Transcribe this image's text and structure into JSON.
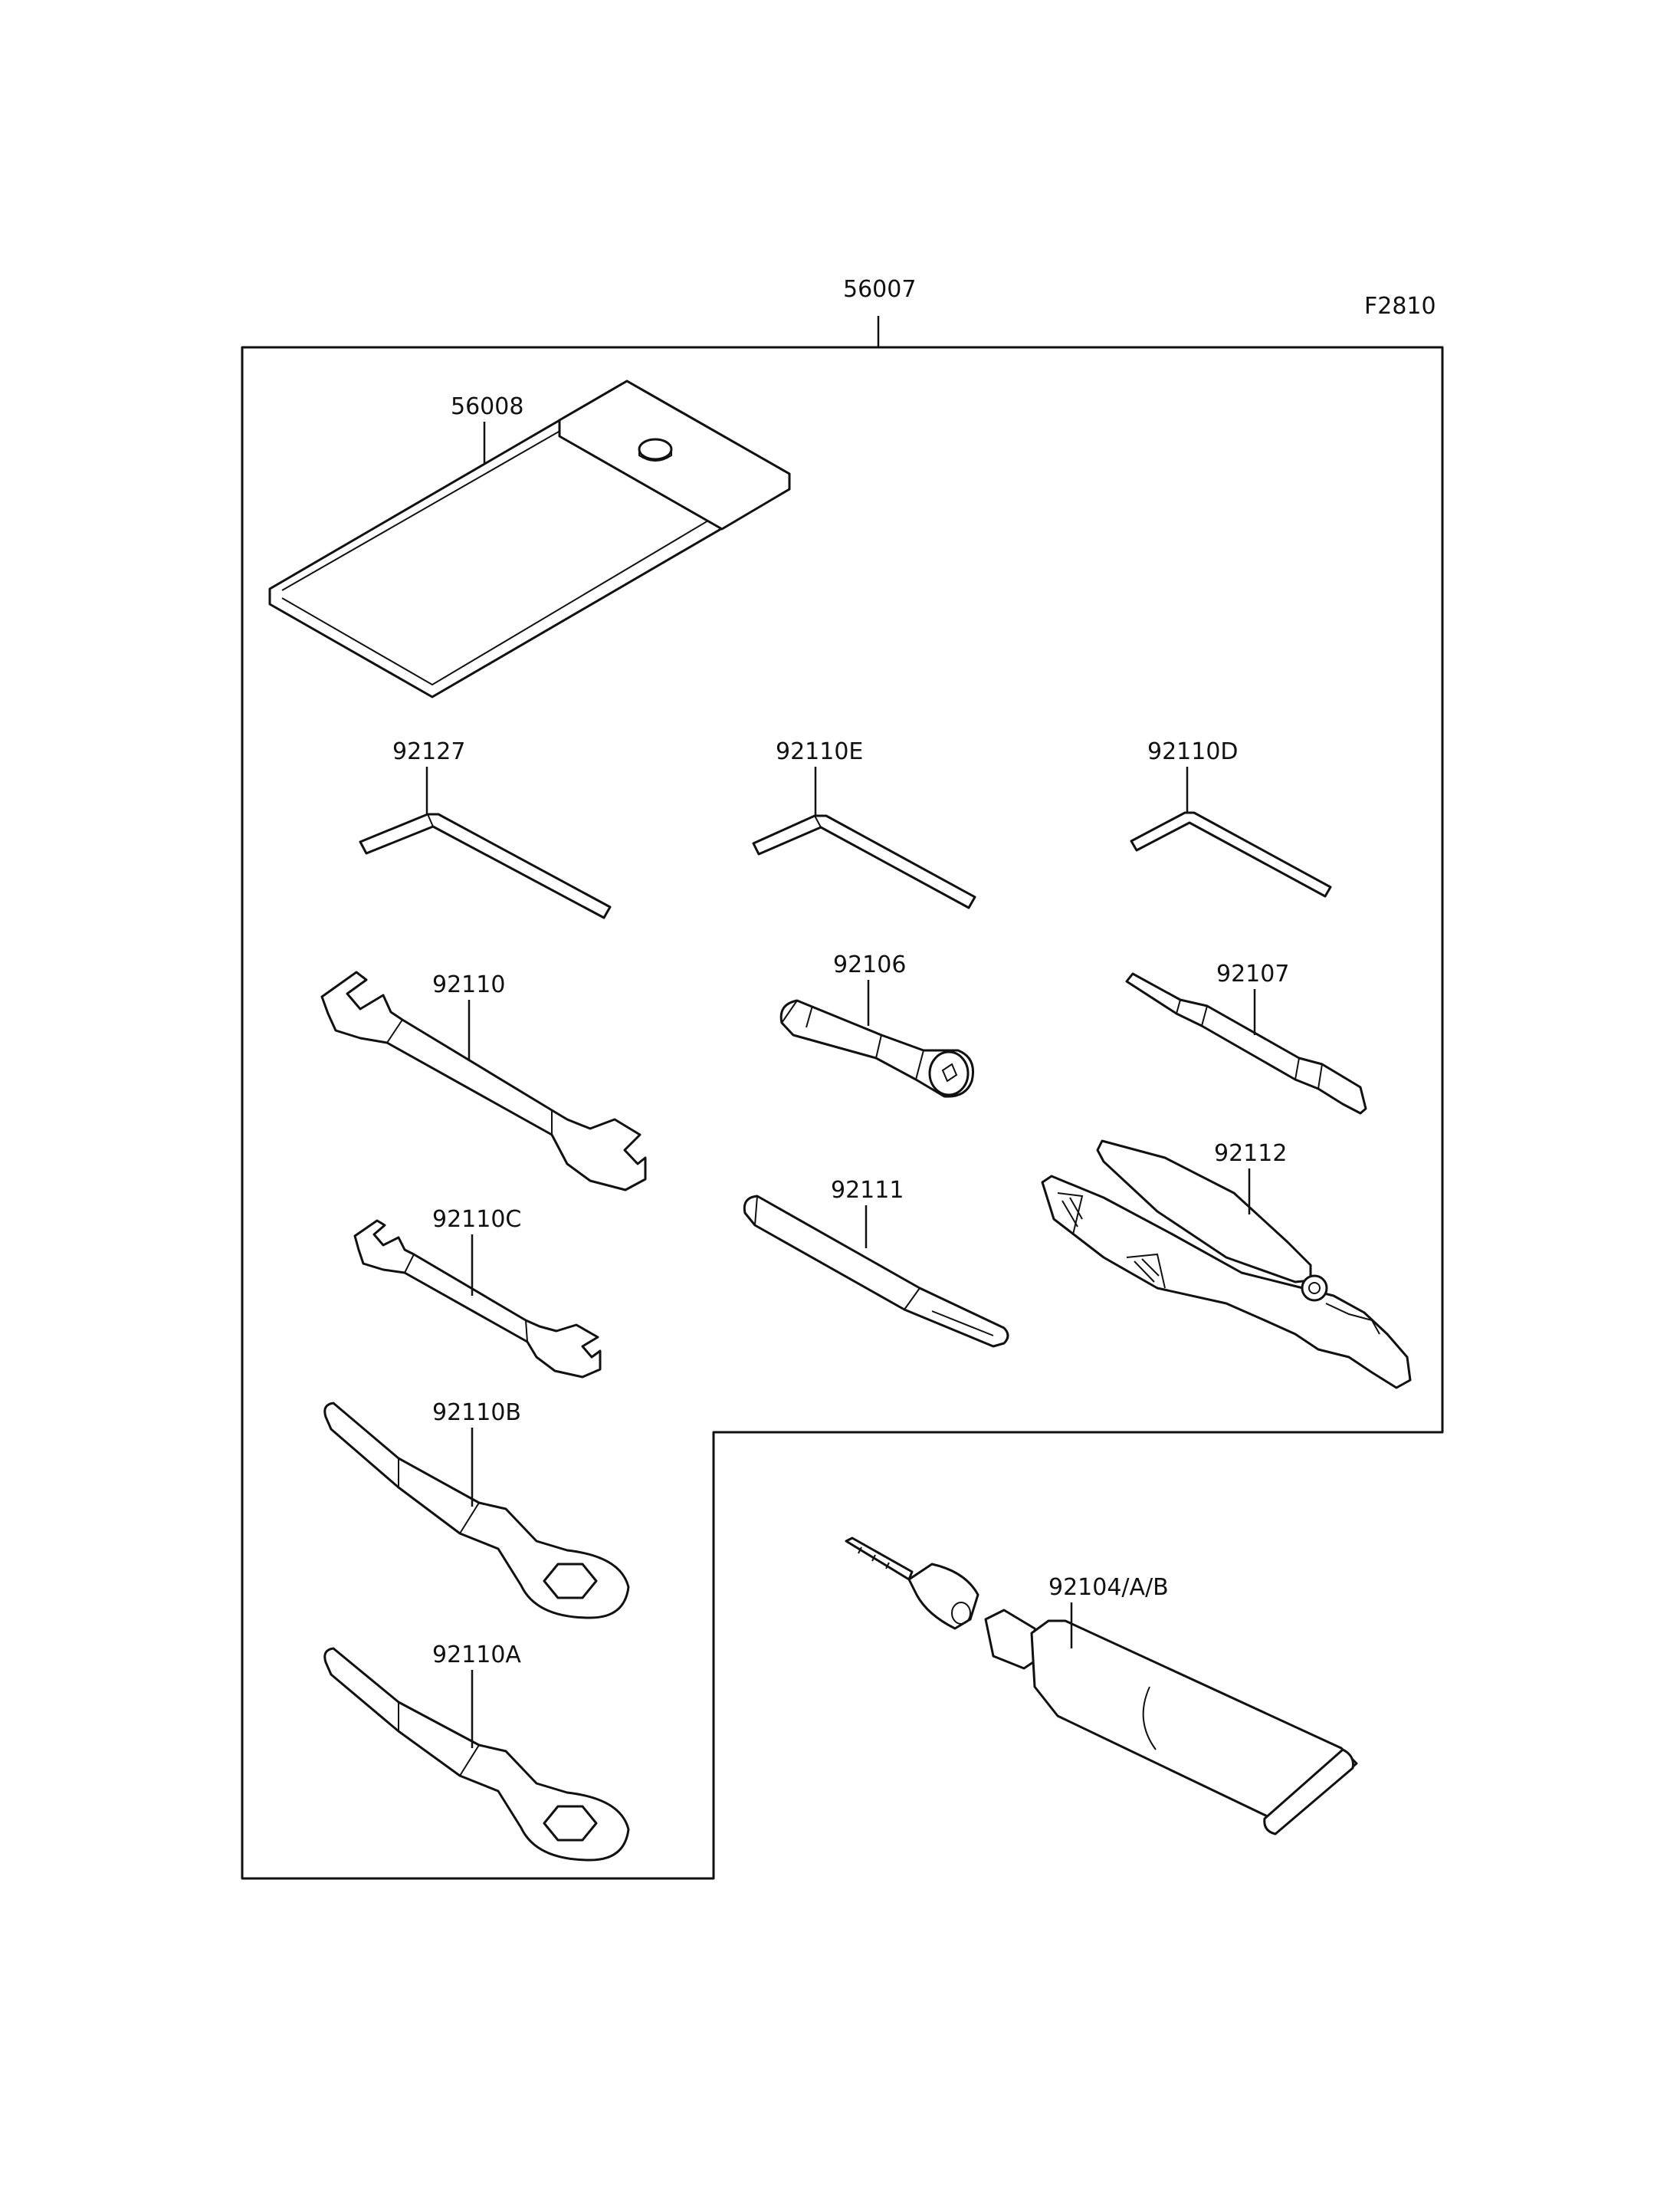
{
  "figure_code": "F2810",
  "assembly": {
    "part_no": "56007"
  },
  "parts": [
    {
      "id": "pouch",
      "part_no": "56008"
    },
    {
      "id": "hex-key-large",
      "part_no": "92127"
    },
    {
      "id": "hex-key-medium",
      "part_no": "92110E"
    },
    {
      "id": "hex-key-small",
      "part_no": "92110D"
    },
    {
      "id": "wrench-large",
      "part_no": "92110"
    },
    {
      "id": "screwdriver-handle",
      "part_no": "92106"
    },
    {
      "id": "screwdriver-bit",
      "part_no": "92107"
    },
    {
      "id": "wrench-small",
      "part_no": "92110C"
    },
    {
      "id": "extension-bar",
      "part_no": "92111"
    },
    {
      "id": "pliers",
      "part_no": "92112"
    },
    {
      "id": "box-wrench-upper",
      "part_no": "92110B"
    },
    {
      "id": "box-wrench-lower",
      "part_no": "92110A"
    },
    {
      "id": "grease-tube",
      "part_no": "92104/A/B"
    }
  ]
}
